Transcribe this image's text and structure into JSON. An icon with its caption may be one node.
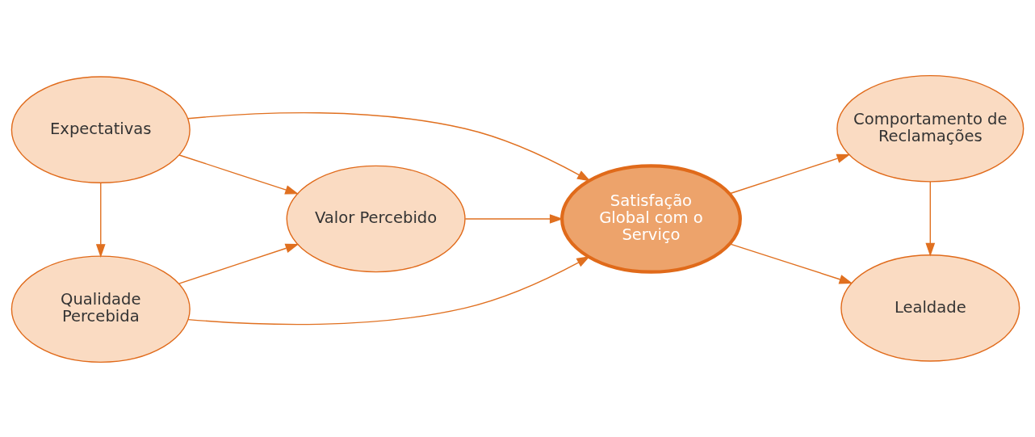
{
  "diagram": {
    "nodes": [
      {
        "text": [
          "Qualidade Percebida"
        ]
      },
      {
        "text": [
          "Comportamento de Reclamações"
        ]
      },
      {
        "text": [
          "Valor Percebido"
        ]
      },
      {
        "text": [
          "Satisfação Global com o Serviço"
        ]
      },
      {
        "text": [
          "Expectativas"
        ]
      },
      {
        "text": [
          "Lealdade"
        ]
      }
    ],
    "edges": [
      {
        "from": 4,
        "to": 0,
        "arrow": "to"
      },
      {
        "from": 0,
        "to": 2,
        "arrow": "to"
      },
      {
        "from": 0,
        "to": 3,
        "arrow": "to"
      },
      {
        "from": 4,
        "to": 2,
        "arrow": "to"
      },
      {
        "from": 4,
        "to": 3,
        "arrow": "to"
      },
      {
        "from": 2,
        "to": 3,
        "arrow": "to"
      },
      {
        "from": 3,
        "to": 1,
        "arrow": "to"
      },
      {
        "from": 3,
        "to": 5,
        "arrow": "to"
      },
      {
        "from": 1,
        "to": 5,
        "arrow": "to"
      }
    ]
  }
}
